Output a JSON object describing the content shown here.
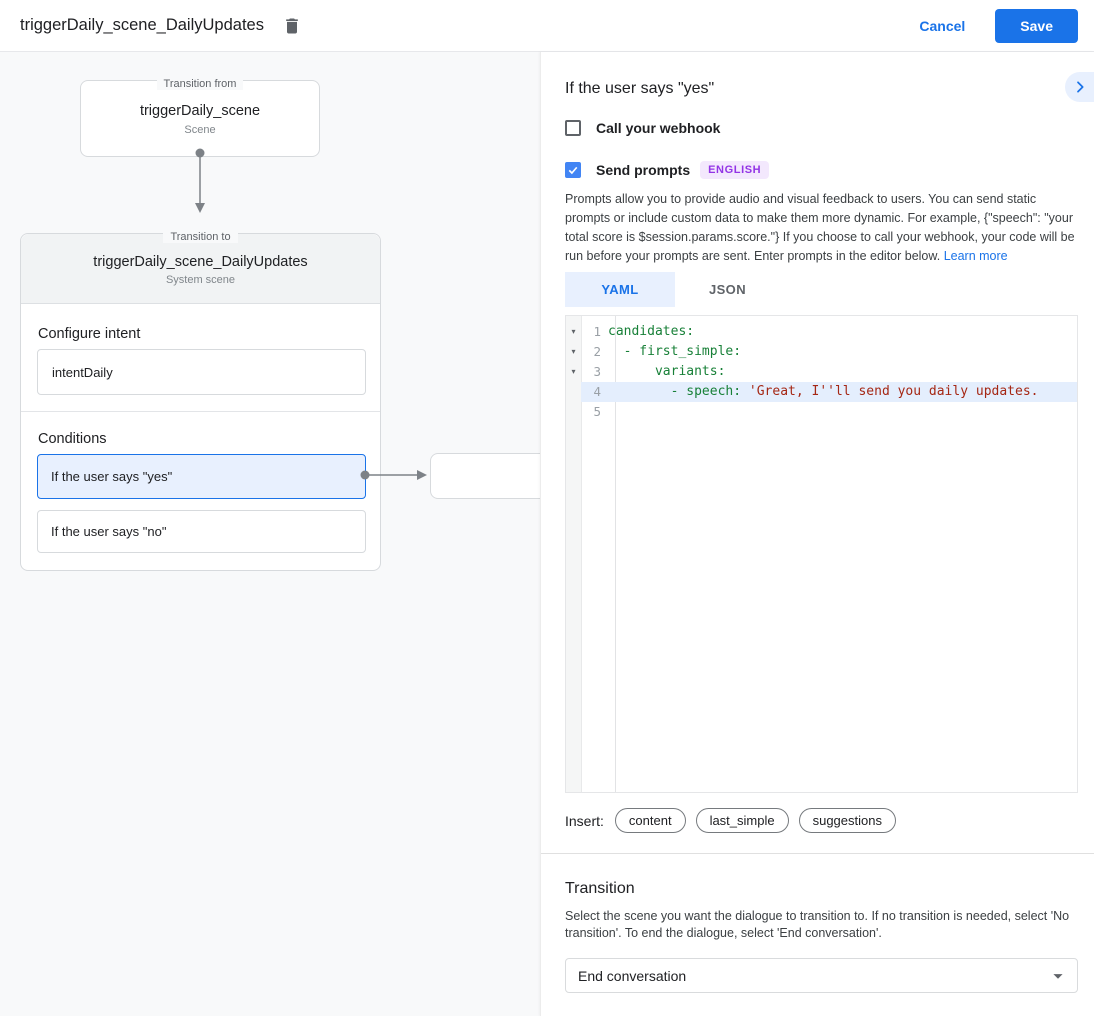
{
  "header": {
    "title": "triggerDaily_scene_DailyUpdates",
    "cancel_label": "Cancel",
    "save_label": "Save"
  },
  "icons": {
    "delete": "trash-icon",
    "collapse": "chevron-right-icon",
    "dropdown": "caret-down-icon",
    "fold": "triangle-down-icon"
  },
  "diagram": {
    "from_node": {
      "legend": "Transition from",
      "title": "triggerDaily_scene",
      "subtitle": "Scene"
    },
    "to_node": {
      "legend": "Transition to",
      "title": "triggerDaily_scene_DailyUpdates",
      "subtitle": "System scene",
      "configure_intent": {
        "label": "Configure intent",
        "value": "intentDaily"
      },
      "conditions": {
        "label": "Conditions",
        "items": [
          {
            "label": "If the user says \"yes\"",
            "selected": true
          },
          {
            "label": "If the user says \"no\"",
            "selected": false
          }
        ]
      }
    }
  },
  "panel": {
    "title": "If the user says \"yes\"",
    "webhook": {
      "label": "Call your webhook",
      "checked": false
    },
    "send_prompts": {
      "label": "Send prompts",
      "checked": true,
      "badge": "ENGLISH"
    },
    "description": "Prompts allow you to provide audio and visual feedback to users. You can send static prompts or include custom data to make them more dynamic. For example, {\"speech\": \"your total score is $session.params.score.\"} If you choose to call your webhook, your code will be run before your prompts are sent. Enter prompts in the editor below.",
    "learn_more": "Learn more",
    "tabs": [
      {
        "label": "YAML",
        "active": true
      },
      {
        "label": "JSON",
        "active": false
      }
    ],
    "editor": {
      "lines": [
        {
          "num": "1",
          "fold_glyph": "▾",
          "key": "candidates:",
          "str": ""
        },
        {
          "num": "2",
          "fold_glyph": "▾",
          "key": "  - first_simple:",
          "str": ""
        },
        {
          "num": "3",
          "fold_glyph": "▾",
          "key": "      variants:",
          "str": ""
        },
        {
          "num": "4",
          "fold_glyph": "",
          "key": "        - speech: ",
          "str": "'Great, I''ll send you daily updates.",
          "highlighted": true
        },
        {
          "num": "5",
          "fold_glyph": "",
          "key": "",
          "str": ""
        }
      ]
    },
    "insert": {
      "label": "Insert:",
      "chips": [
        "content",
        "last_simple",
        "suggestions"
      ]
    },
    "transition": {
      "title": "Transition",
      "description": "Select the scene you want the dialogue to transition to. If no transition is needed, select 'No transition'. To end the dialogue, select 'End conversation'.",
      "dropdown_value": "End conversation"
    }
  },
  "colors": {
    "accent_blue": "#1a73e8",
    "checkbox_blue": "#4285f4",
    "selected_condition_bg": "#e8f0fe",
    "selected_condition_border": "#1a73e8",
    "badge_bg": "#f3e8fd",
    "badge_text": "#9334e6",
    "code_key_green": "#188038",
    "code_string_red": "#a52714",
    "line_highlight": "#e4eefd",
    "canvas_bg": "#f8f9fa",
    "node_header_bg": "#f1f3f4"
  }
}
